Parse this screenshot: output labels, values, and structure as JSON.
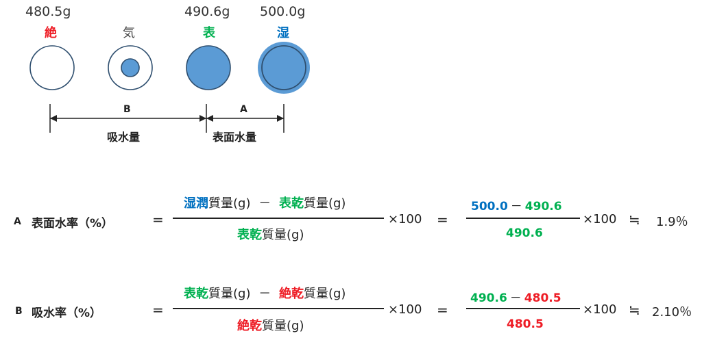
{
  "colors": {
    "red": "#ee1c25",
    "green": "#00b050",
    "blue": "#0070c0",
    "fill": "#5b9bd5",
    "outline": "#2f4f6f"
  },
  "states": {
    "absolute_dry": {
      "weight": "480.5g",
      "char": "絶"
    },
    "air_dry": {
      "char": "気"
    },
    "surface_dry": {
      "weight": "490.6g",
      "char": "表"
    },
    "wet": {
      "weight": "500.0g",
      "char": "湿"
    }
  },
  "dimensions": {
    "b_letter": "B",
    "a_letter": "A",
    "b_label": "吸水量",
    "a_label": "表面水量"
  },
  "formula_a": {
    "letter": "A",
    "name": "表面水率（%）",
    "equals": "=",
    "num_part1_colored": "湿潤",
    "num_part1_plain": "質量(g)",
    "minus": "－",
    "num_part2_colored": "表乾",
    "num_part2_plain": "質量(g)",
    "den_colored": "表乾",
    "den_plain": "質量(g)",
    "times": "×100",
    "equals2": "=",
    "val_num1": "500.0",
    "val_minus": "－",
    "val_num2": "490.6",
    "val_den": "490.6",
    "times2": "×100",
    "approx": "≒",
    "result": "1.9％"
  },
  "formula_b": {
    "letter": "B",
    "name": "吸水率（%）",
    "equals": "=",
    "num_part1_colored": "表乾",
    "num_part1_plain": "質量(g)",
    "minus": "－",
    "num_part2_colored": "絶乾",
    "num_part2_plain": "質量(g)",
    "den_colored": "絶乾",
    "den_plain": "質量(g)",
    "times": "×100",
    "equals2": "=",
    "val_num1": "490.6",
    "val_minus": "－",
    "val_num2": "480.5",
    "val_den": "480.5",
    "times2": "×100",
    "approx": "≒",
    "result": "2.10％"
  }
}
